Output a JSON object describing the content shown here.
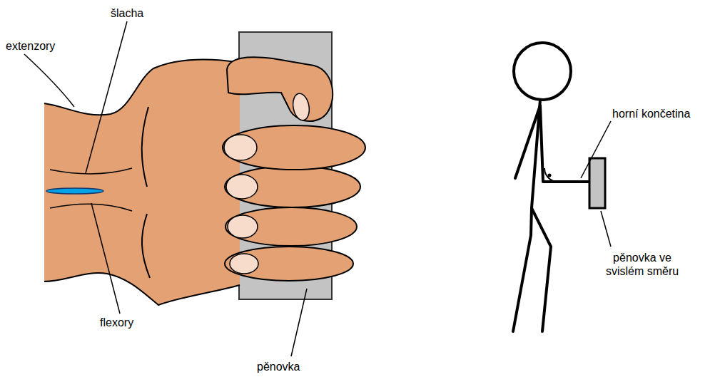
{
  "diagram": {
    "labels": [
      "šlacha",
      "extenzory",
      "flexory",
      "pěnovka",
      "horní končetina",
      "pěnovka ve svislém směru"
    ]
  }
}
